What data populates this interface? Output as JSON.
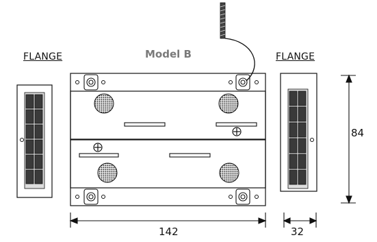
{
  "labels": {
    "flange_left": "FLANGE",
    "flange_right": "FLANGE",
    "title": "Model B"
  },
  "dimensions": {
    "height": "84",
    "width": "142",
    "flange_width": "32"
  },
  "colors": {
    "line": "#111111",
    "title": "#7a7a7a",
    "connector_dark": "#3a3a3a",
    "background": "#ffffff"
  }
}
